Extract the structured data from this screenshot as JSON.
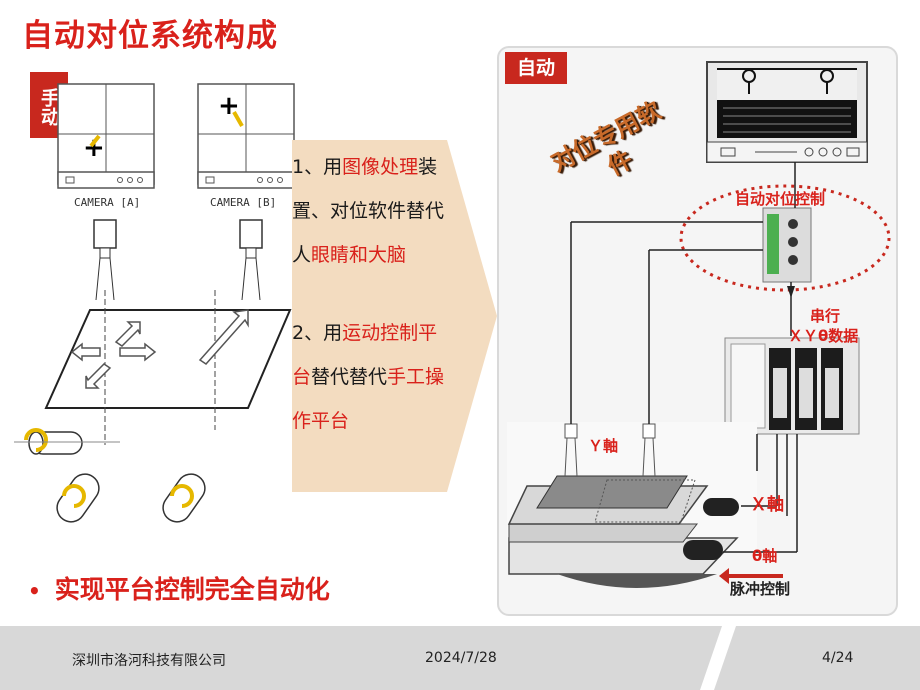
{
  "slide": {
    "title": "自动对位系统构成",
    "manual_tag": "手动",
    "auto_tag": "自动",
    "camera_a": "CAMERA [A]",
    "camera_b": "CAMERA [B]",
    "step1_prefix": "1、用",
    "step1_red1": "图像处理",
    "step1_mid": "装置、对位软件替代人",
    "step1_red2": "眼睛和大脑",
    "step2_prefix": "2、用",
    "step2_red1": "运动控制平台",
    "step2_mid": "替代替代",
    "step2_red2": "手工操作平台",
    "software_label": "对位专用软件",
    "controller_label": "自动对位控制",
    "serial_label": "串行",
    "xy_label": "ＸＹθ数据",
    "y_axis": "Ｙ軸",
    "x_axis": "Ｘ軸",
    "theta_axis": "θ軸",
    "pulse_label": "脉冲控制",
    "bullet": "实现平台控制完全自动化"
  },
  "footer": {
    "company": "深圳市洛河科技有限公司",
    "date": "2024/7/28",
    "page": "4/24"
  },
  "colors": {
    "accent_red": "#d9211b",
    "tag_red": "#c8281e",
    "arrow_tan": "#f3dcc0",
    "footer_gray": "#d8d8d8"
  }
}
